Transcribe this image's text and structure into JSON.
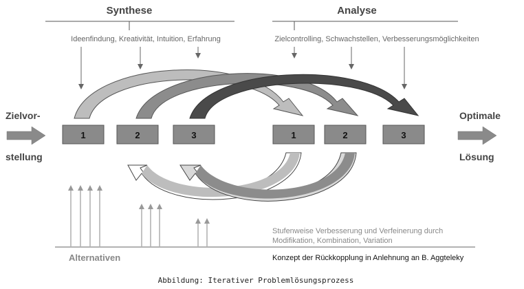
{
  "synthese": {
    "title": "Synthese",
    "subtitle": "Ideenfindung, Kreativität, Intuition, Erfahrung"
  },
  "analyse": {
    "title": "Analyse",
    "subtitle": "Zielcontrolling, Schwachstellen, Verbesserungsmöglichkeiten"
  },
  "left": {
    "line1": "Zielvor-",
    "line2": "stellung"
  },
  "right": {
    "line1": "Optimale",
    "line2": "Lösung"
  },
  "boxes": {
    "synthese": [
      "1",
      "2",
      "3"
    ],
    "analyse": [
      "1",
      "2",
      "3"
    ]
  },
  "bottom": {
    "alternatives": "Alternativen",
    "note_line1": "Stufenweise Verbesserung und Verfeinerung durch",
    "note_line2": "Modifikation, Kombination, Variation",
    "concept": "Konzept der Rückkopplung in Anlehnung an B. Aggteleky"
  },
  "caption": "Abbildung: Iterativer Problemlösungsprozess",
  "colors": {
    "box_fill": "#8a8a8a",
    "arrow_light": "#bdbdbd",
    "arrow_mid": "#8c8c8c",
    "arrow_dark": "#4a4a4a",
    "text_dark": "#333333",
    "text_grey": "#666666"
  }
}
